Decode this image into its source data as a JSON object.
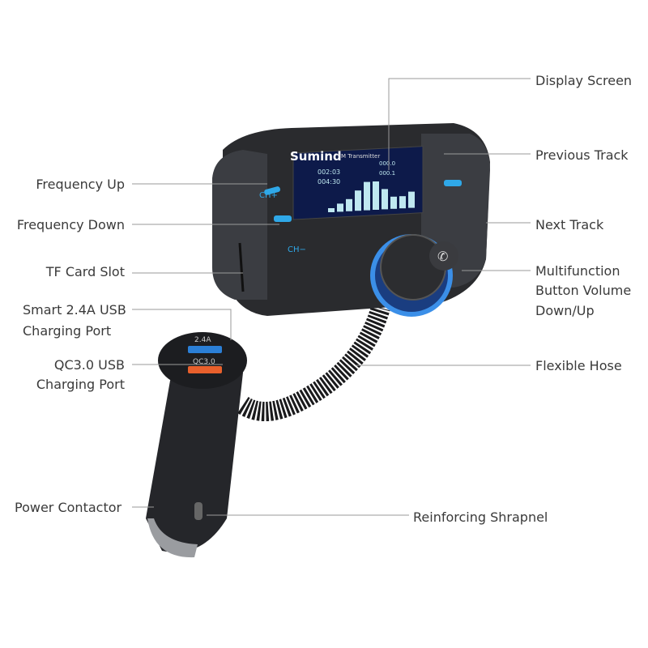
{
  "device": {
    "brand": "Sumind",
    "model": "FM Transmitter",
    "buttons": {
      "ch_up": "CH+",
      "ch_down": "CH−"
    },
    "ports": {
      "usb_smart": "2.4A",
      "usb_qc": "QC3.0"
    },
    "screen": {
      "line1": "002:03",
      "line2": "004:30",
      "freq_a": "000.0",
      "freq_b": "000.1"
    },
    "eq_levels": [
      1,
      2,
      3,
      5,
      7,
      7,
      5,
      3,
      3,
      4
    ],
    "colors": {
      "accent_blue": "#2fa8e8",
      "screen_bg": "#0d1a4a",
      "screen_fg": "#bfe8f0",
      "body": "#2a2b2e",
      "qc_orange": "#e8602c",
      "usb_blue": "#2b7fd6"
    }
  },
  "labels": {
    "display_screen": "Display Screen",
    "previous_track": "Previous Track",
    "next_track": "Next Track",
    "multifunction": [
      "Multifunction",
      "Button Volume",
      "Down/Up"
    ],
    "flexible_hose": "Flexible Hose",
    "reinforcing_shrapnel": "Reinforcing Shrapnel",
    "frequency_up": "Frequency Up",
    "frequency_down": "Frequency Down",
    "tf_card_slot": "TF Card Slot",
    "smart_usb": [
      "Smart 2.4A USB",
      "Charging Port"
    ],
    "qc_usb": [
      "QC3.0 USB",
      "Charging Port"
    ],
    "power_contactor": "Power Contactor"
  }
}
